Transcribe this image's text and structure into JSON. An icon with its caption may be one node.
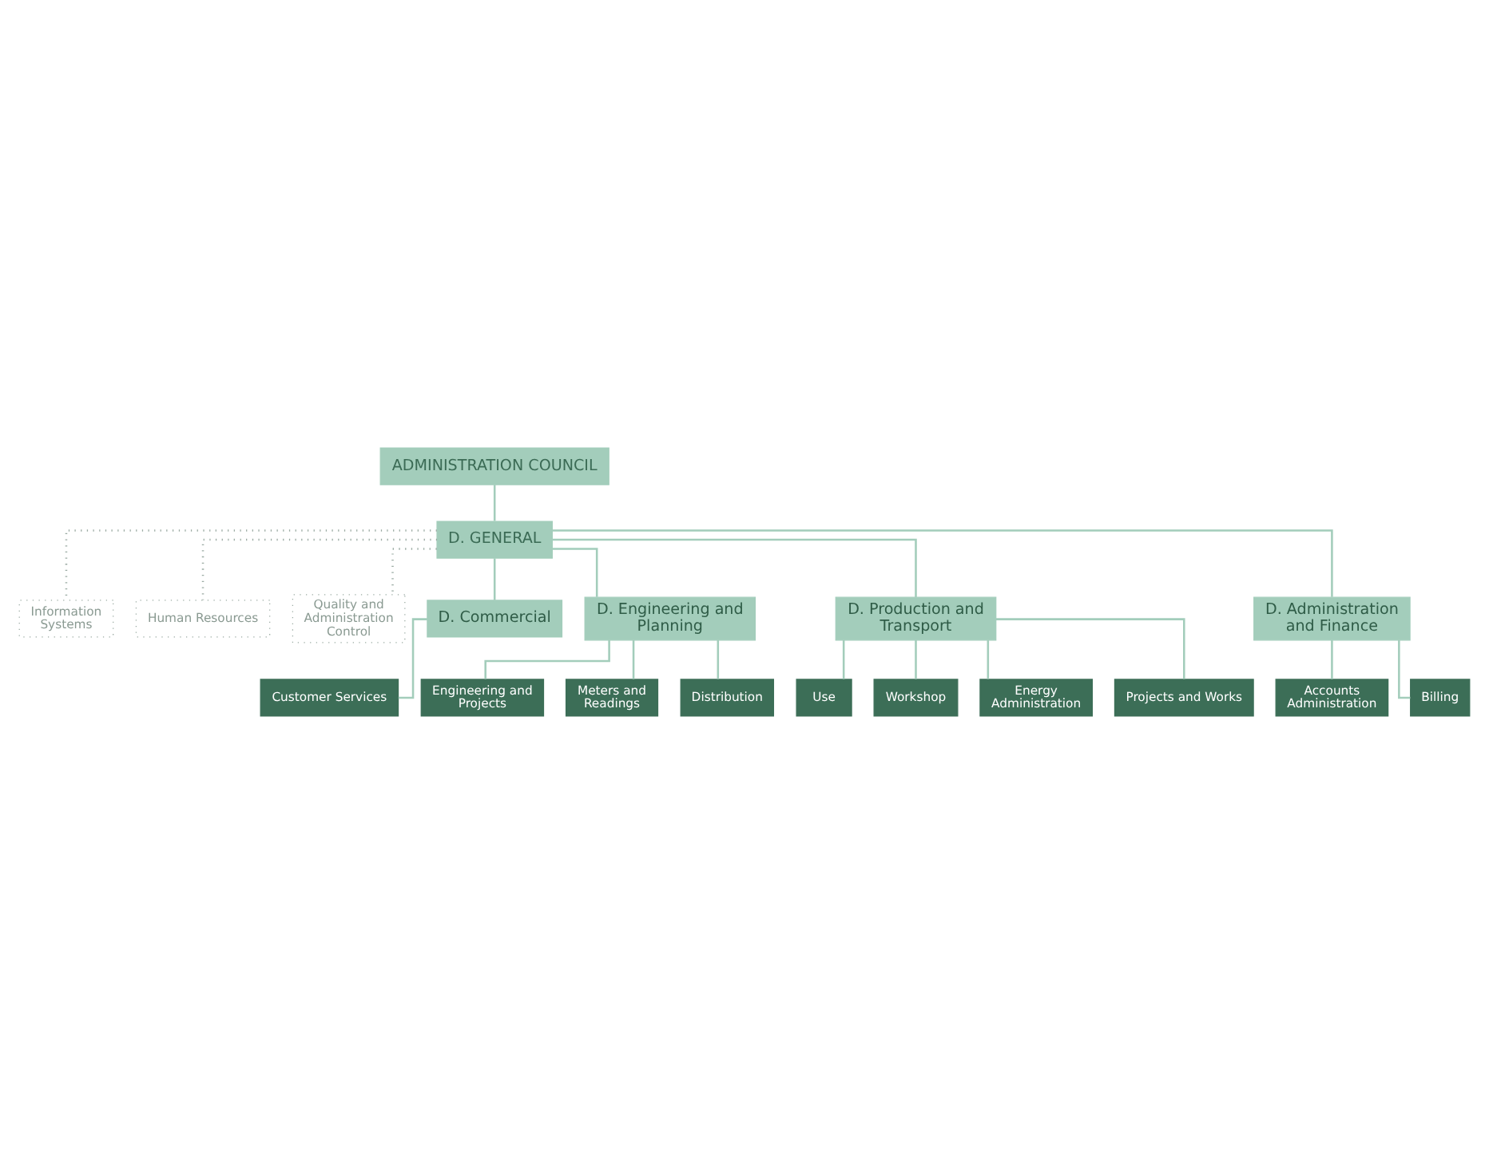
{
  "diagram": {
    "nodes": [
      {
        "text": [
          "ADMINISTRATION COUNCIL"
        ]
      },
      {
        "text": [
          "D. GENERAL"
        ]
      },
      {
        "text": [
          "Information Systems"
        ]
      },
      {
        "text": [
          "Human Resources"
        ]
      },
      {
        "text": [
          "Quality and Administration Control"
        ]
      },
      {
        "text": [
          "D. Commercial"
        ]
      },
      {
        "text": [
          "D. Engineering and Planning"
        ]
      },
      {
        "text": [
          "D. Production and Transport"
        ]
      },
      {
        "text": [
          "D. Administration and Finance"
        ]
      },
      {
        "text": [
          "Customer Services"
        ]
      },
      {
        "text": [
          "Engineering and Projects"
        ]
      },
      {
        "text": [
          "Meters and Readings"
        ]
      },
      {
        "text": [
          "Distribution"
        ]
      },
      {
        "text": [
          "Use"
        ]
      },
      {
        "text": [
          "Workshop"
        ]
      },
      {
        "text": [
          "Energy Administration"
        ]
      },
      {
        "text": [
          "Projects and Works"
        ]
      },
      {
        "text": [
          "Accounts Administration"
        ]
      },
      {
        "text": [
          "Billing"
        ]
      }
    ],
    "edges": [
      {
        "from": 0,
        "to": 1,
        "arrow": "none"
      },
      {
        "from": 1,
        "to": 2,
        "arrow": "none",
        "style": "dashed"
      },
      {
        "from": 1,
        "to": 3,
        "arrow": "none",
        "style": "dashed"
      },
      {
        "from": 1,
        "to": 4,
        "arrow": "none",
        "style": "dashed"
      },
      {
        "from": 1,
        "to": 5,
        "arrow": "none"
      },
      {
        "from": 1,
        "to": 6,
        "arrow": "none"
      },
      {
        "from": 1,
        "to": 7,
        "arrow": "none"
      },
      {
        "from": 1,
        "to": 8,
        "arrow": "none"
      },
      {
        "from": 5,
        "to": 9,
        "arrow": "none"
      },
      {
        "from": 6,
        "to": 10,
        "arrow": "none"
      },
      {
        "from": 6,
        "to": 11,
        "arrow": "none"
      },
      {
        "from": 6,
        "to": 12,
        "arrow": "none"
      },
      {
        "from": 7,
        "to": 13,
        "arrow": "none"
      },
      {
        "from": 7,
        "to": 14,
        "arrow": "none"
      },
      {
        "from": 7,
        "to": 15,
        "arrow": "none"
      },
      {
        "from": 7,
        "to": 16,
        "arrow": "none"
      },
      {
        "from": 8,
        "to": 17,
        "arrow": "none"
      },
      {
        "from": 8,
        "to": 18,
        "arrow": "none"
      }
    ]
  }
}
